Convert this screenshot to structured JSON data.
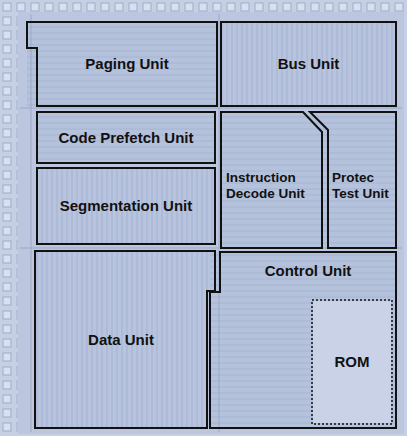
{
  "diagram": {
    "nodes": [
      {
        "text": [
          "Paging Unit"
        ]
      },
      {
        "text": [
          "Bus Unit"
        ]
      },
      {
        "text": [
          "Code Prefetch Unit"
        ]
      },
      {
        "text": [
          "Instruction Decode Unit"
        ]
      },
      {
        "text": [
          "Protec Test Unit"
        ]
      },
      {
        "text": [
          "Segmentation Unit"
        ]
      },
      {
        "text": [
          "Data Unit"
        ]
      },
      {
        "text": [
          "Control Unit"
        ]
      },
      {
        "text": [
          "ROM"
        ],
        "in": 7
      }
    ]
  }
}
